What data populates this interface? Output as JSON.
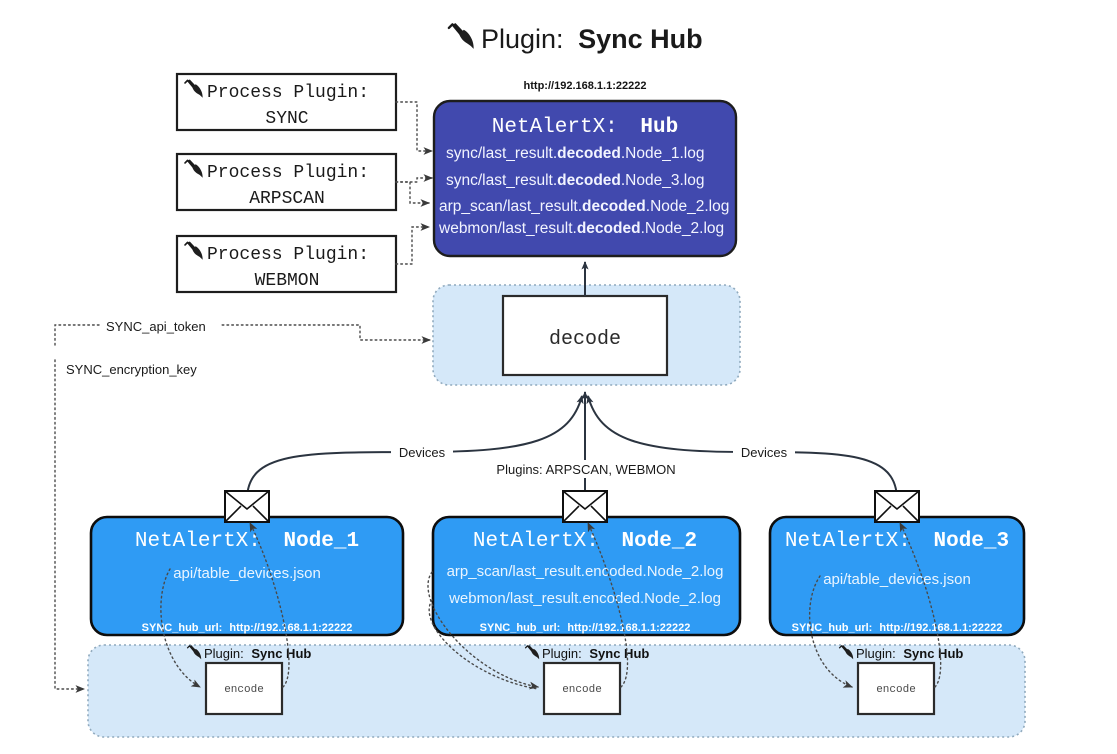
{
  "page": {
    "title_prefix": "Plugin:",
    "title_name": "Sync Hub",
    "title_icon": "plug-icon"
  },
  "colors": {
    "hub_fill": "#4149ae",
    "node_fill": "#2f9bf4",
    "container_fill": "#d5e8f9",
    "white_box_fill": "#ffffff",
    "edge_stroke": "#2b3440",
    "page_background": "#ffffff"
  },
  "process_plugins": [
    {
      "header": "Process Plugin:",
      "name": "SYNC",
      "icon": "plug-icon"
    },
    {
      "header": "Process Plugin:",
      "name": "ARPSCAN",
      "icon": "plug-icon"
    },
    {
      "header": "Process Plugin:",
      "name": "WEBMON",
      "icon": "plug-icon"
    }
  ],
  "hub": {
    "url": "http://192.168.1.1:22222",
    "title_prefix": "NetAlertX:",
    "title_name": "Hub",
    "files": [
      {
        "pre": "sync/last_result.",
        "mid": "decoded",
        "post": ".Node_1.log"
      },
      {
        "pre": "sync/last_result.",
        "mid": "decoded",
        "post": ".Node_3.log"
      },
      {
        "pre": "arp_scan/last_result.",
        "mid": "decoded",
        "post": ".Node_2.log"
      },
      {
        "pre": "webmon/last_result.",
        "mid": "decoded",
        "post": ".Node_2.log"
      }
    ]
  },
  "decode": {
    "label": "decode"
  },
  "secrets": [
    {
      "label": "SYNC_api_token"
    },
    {
      "label": "SYNC_encryption_key"
    }
  ],
  "edge_labels": {
    "devices_left": "Devices",
    "devices_right": "Devices",
    "plugins_center": "Plugins: ARPSCAN, WEBMON"
  },
  "nodes": [
    {
      "title_prefix": "NetAlertX:",
      "title_name": "Node_1",
      "icon": "envelope-icon",
      "files": [
        "api/table_devices.json"
      ],
      "footer_key": "SYNC_hub_url:",
      "footer_value": "http://192.168.1.1:22222"
    },
    {
      "title_prefix": "NetAlertX:",
      "title_name": "Node_2",
      "icon": "envelope-icon",
      "files": [
        "arp_scan/last_result.encoded.Node_2.log",
        "webmon/last_result.encoded.Node_2.log"
      ],
      "footer_key": "SYNC_hub_url:",
      "footer_value": "http://192.168.1.1:22222"
    },
    {
      "title_prefix": "NetAlertX:",
      "title_name": "Node_3",
      "icon": "envelope-icon",
      "files": [
        "api/table_devices.json"
      ],
      "footer_key": "SYNC_hub_url:",
      "footer_value": "http://192.168.1.1:22222"
    }
  ],
  "bottom_band": {
    "plugin_label_prefix": "Plugin:",
    "plugin_label_name": "Sync Hub",
    "plugin_icon": "plug-icon",
    "encode_label": "encode",
    "instances": 3
  }
}
